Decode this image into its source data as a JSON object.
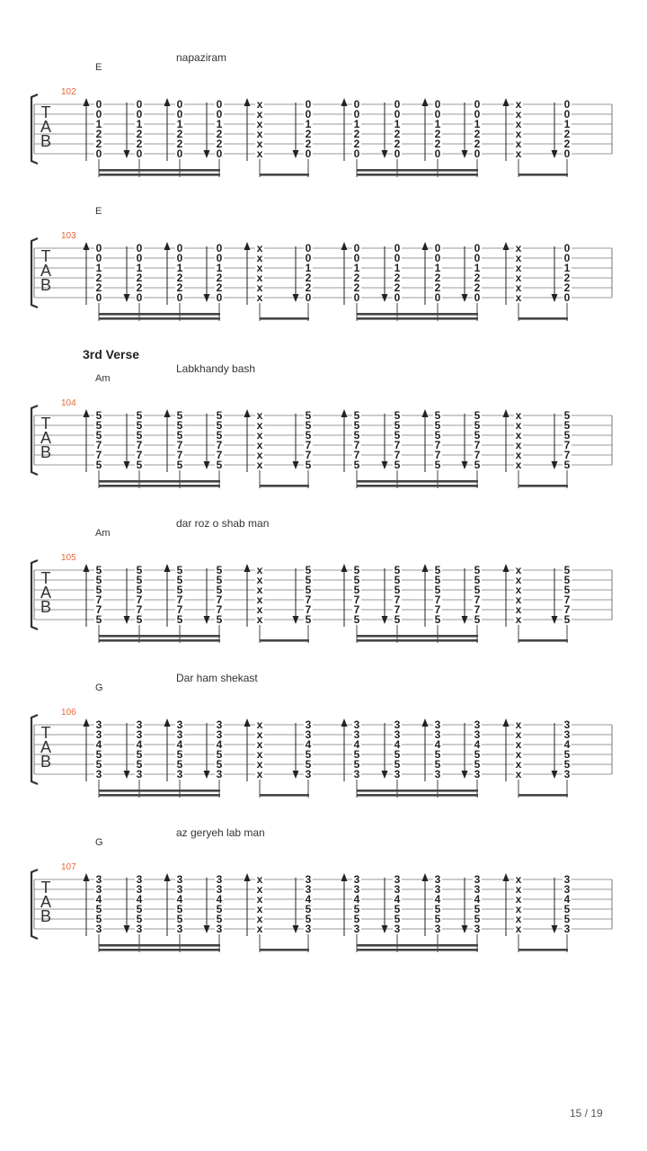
{
  "section_heading": "3rd Verse",
  "page_number": "15 / 19",
  "tab_clef": [
    "T",
    "A",
    "B"
  ],
  "systems": [
    {
      "measure": "102",
      "chord": "E",
      "lyric": "napaziram",
      "chords": {
        "a": [
          "0",
          "0",
          "1",
          "2",
          "2",
          "0"
        ],
        "b": [
          "0",
          "0",
          "1",
          "2",
          "2",
          "0"
        ]
      }
    },
    {
      "measure": "103",
      "chord": "E",
      "lyric": "",
      "chords": {
        "a": [
          "0",
          "0",
          "1",
          "2",
          "2",
          "0"
        ],
        "b": [
          "0",
          "0",
          "1",
          "2",
          "2",
          "0"
        ]
      }
    },
    {
      "measure": "104",
      "chord": "Am",
      "lyric": "Labkhandy bash",
      "chords": {
        "a": [
          "5",
          "5",
          "5",
          "7",
          "7",
          "5"
        ],
        "b": [
          "5",
          "5",
          "5",
          "7",
          "7",
          "5"
        ]
      }
    },
    {
      "measure": "105",
      "chord": "Am",
      "lyric": "dar roz o shab man",
      "chords": {
        "a": [
          "5",
          "5",
          "5",
          "7",
          "7",
          "5"
        ],
        "b": [
          "5",
          "5",
          "5",
          "7",
          "7",
          "5"
        ]
      }
    },
    {
      "measure": "106",
      "chord": "G",
      "lyric": "Dar ham shekast",
      "chords": {
        "a": [
          "3",
          "3",
          "4",
          "5",
          "5",
          "3"
        ],
        "b": [
          "3",
          "3",
          "4",
          "5",
          "5",
          "3"
        ]
      }
    },
    {
      "measure": "107",
      "chord": "G",
      "lyric": "az geryeh lab man",
      "chords": {
        "a": [
          "3",
          "3",
          "4",
          "5",
          "5",
          "3"
        ],
        "b": [
          "3",
          "3",
          "4",
          "5",
          "5",
          "3"
        ]
      }
    }
  ],
  "beats": [
    {
      "type": "a",
      "strum": "up"
    },
    {
      "type": "a",
      "strum": "down"
    },
    {
      "type": "a",
      "strum": "up"
    },
    {
      "type": "a",
      "strum": "down"
    },
    {
      "type": "x",
      "strum": "up"
    },
    {
      "type": "a",
      "strum": "down"
    },
    {
      "type": "b",
      "strum": "up"
    },
    {
      "type": "b",
      "strum": "down"
    },
    {
      "type": "b",
      "strum": "up"
    },
    {
      "type": "b",
      "strum": "down"
    },
    {
      "type": "x",
      "strum": "up"
    },
    {
      "type": "b",
      "strum": "down"
    }
  ],
  "mute_symbol": "x"
}
